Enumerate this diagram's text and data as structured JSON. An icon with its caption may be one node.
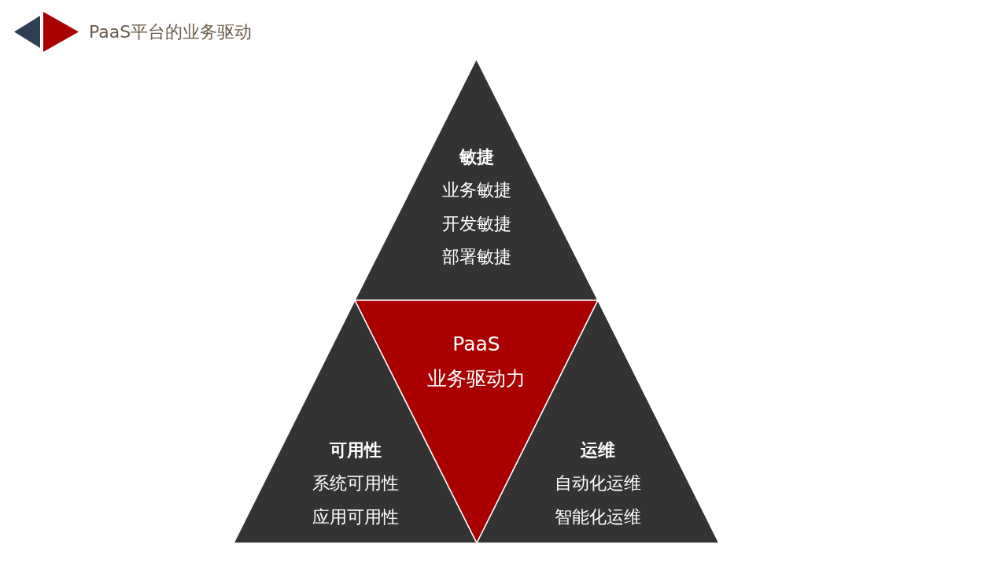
{
  "diagram": {
    "title": "PaaS平台的业务驱动",
    "nodes": [
      {
        "text": [
          "敏捷",
          "业务敏捷",
          "开发敏捷",
          "部署敏捷"
        ]
      },
      {
        "text": [
          "PaaS",
          "业务驱动力"
        ]
      },
      {
        "text": [
          "可用性",
          "系统可用性",
          "应用可用性"
        ]
      },
      {
        "text": [
          "运维",
          "自动化运维",
          "智能化运维"
        ]
      }
    ],
    "edges": []
  }
}
